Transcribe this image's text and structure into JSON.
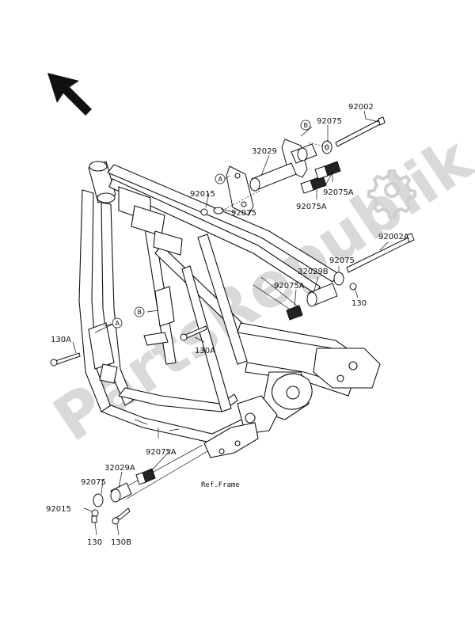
{
  "watermark": "PartsRepublik",
  "reference_label": "Ref.Frame",
  "callouts": {
    "a": "A",
    "b": "B"
  },
  "part_labels": {
    "p92002": "92002",
    "p92075_top": "92075",
    "p32029": "32029",
    "p92015_top": "92015",
    "p92075_mid": "92075",
    "p92075a_right": "92075A",
    "p92075a_mid": "92075A",
    "p92002a": "92002A",
    "p92075_right": "92075",
    "p32029b": "32029B",
    "p92075a_left": "92075A",
    "p130_right": "130",
    "p130a_left": "130A",
    "p130a_center": "130A",
    "p92075a_bottom": "92075A",
    "p32029a": "32029A",
    "p92075_bottom": "92075",
    "p92015_bottom": "92015",
    "p130_bottom": "130",
    "p130b": "130B"
  },
  "icons": {
    "direction": "arrow-icon",
    "settings": "gear-icon"
  }
}
